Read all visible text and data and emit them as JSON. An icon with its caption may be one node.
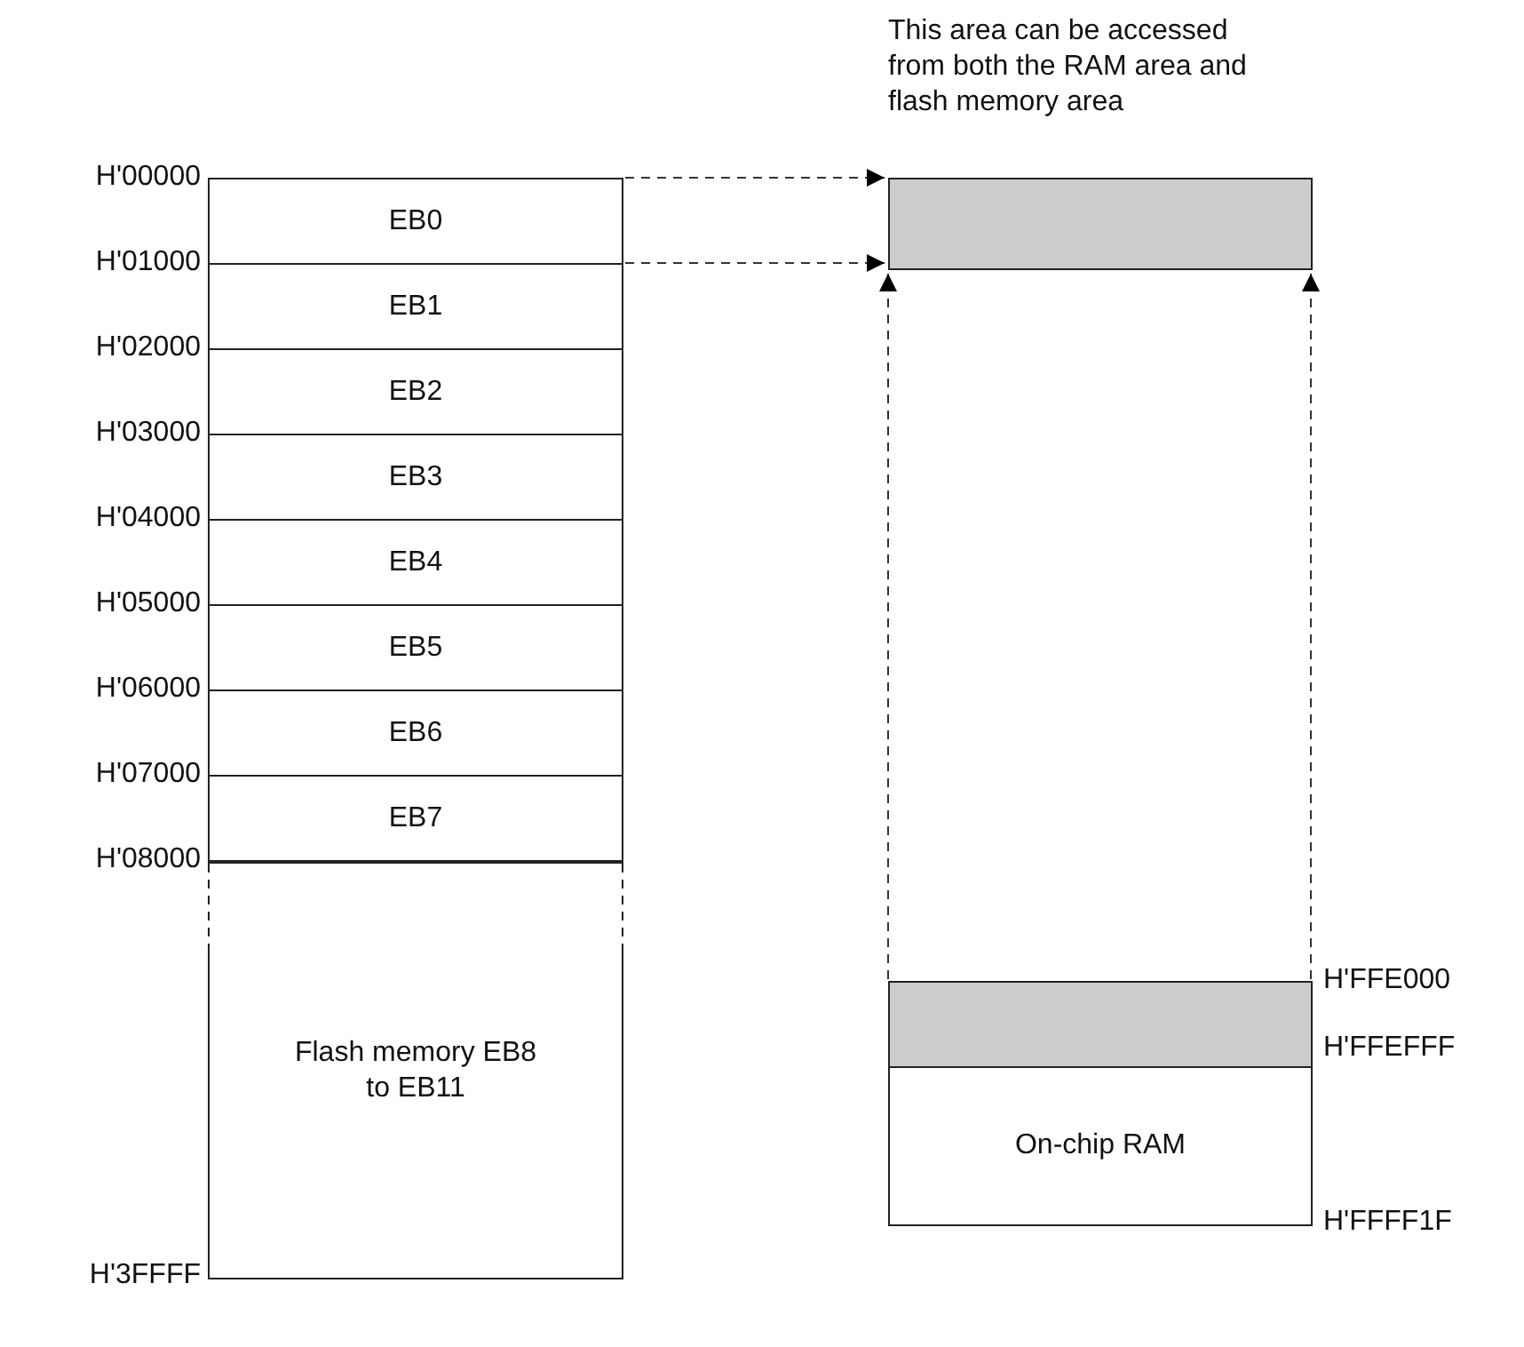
{
  "diagram": {
    "nodes": [
      {
        "text": [
          "EB0"
        ]
      },
      {
        "text": [
          "EB1"
        ]
      },
      {
        "text": [
          "EB2"
        ]
      },
      {
        "text": [
          "EB3"
        ]
      },
      {
        "text": [
          "EB4"
        ]
      },
      {
        "text": [
          "EB5"
        ]
      },
      {
        "text": [
          "EB6"
        ]
      },
      {
        "text": [
          "EB7"
        ]
      },
      {
        "text": [
          "Flash memory EB8 to EB11"
        ]
      },
      {
        "text": [],
        "shape": "box",
        "beside": [
          "This area can be accessed from both the RAM area and flash memory area"
        ]
      },
      {
        "text": [],
        "shape": "box"
      },
      {
        "text": [
          "On-chip RAM"
        ]
      }
    ],
    "edges": [
      {
        "from": 0,
        "to": 9,
        "arrow": "to",
        "style": "dashed"
      },
      {
        "from": 0,
        "to": 9,
        "arrow": "to",
        "style": "dashed"
      },
      {
        "from": 10,
        "to": 9,
        "arrow": "to",
        "style": "dashed"
      },
      {
        "from": 10,
        "to": 9,
        "arrow": "to",
        "style": "dashed"
      }
    ],
    "labels": [
      "H'00000",
      "H'01000",
      "H'02000",
      "H'03000",
      "H'04000",
      "H'05000",
      "H'06000",
      "H'07000",
      "H'08000",
      "H'FFE000",
      "H'FFEFFF",
      "H'FFFF1F",
      "H'3FFFF"
    ]
  }
}
